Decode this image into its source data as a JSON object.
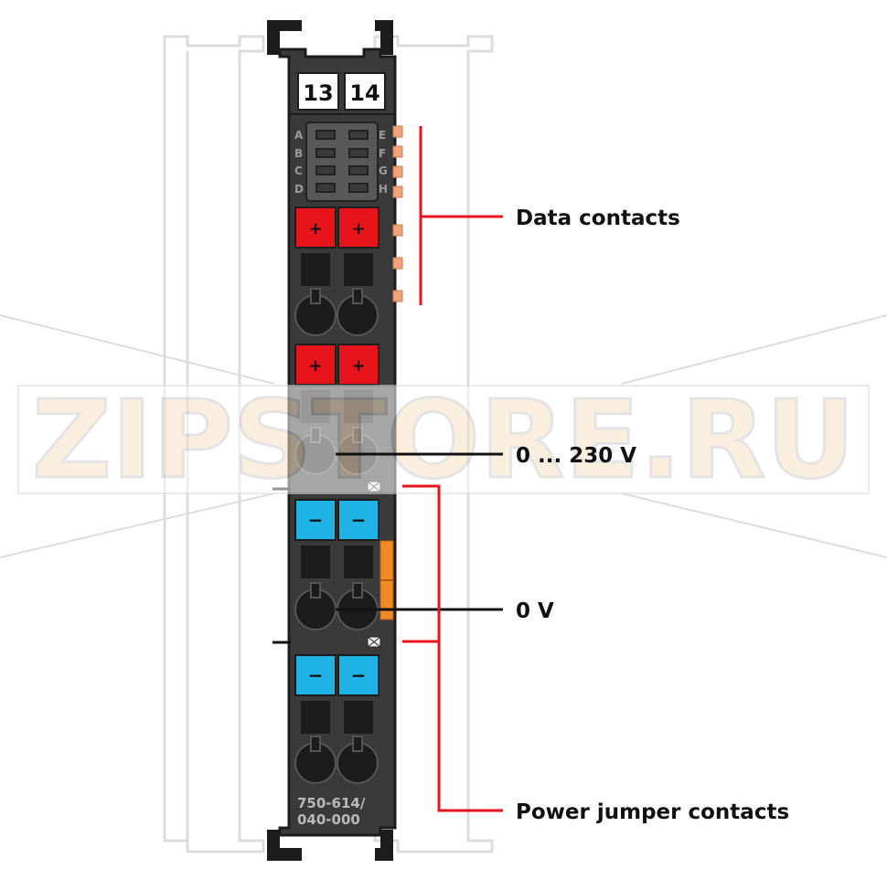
{
  "module": {
    "terminal_numbers": [
      "13",
      "14"
    ],
    "data_contact_letters_left": [
      "A",
      "B",
      "C",
      "D"
    ],
    "data_contact_letters_right": [
      "E",
      "F",
      "G",
      "H"
    ],
    "plus_sign": "+",
    "minus_sign": "−",
    "part_number_line1": "750-614/",
    "part_number_line2": "040-000"
  },
  "callouts": {
    "data_contacts": "Data contacts",
    "voltage_range": "0 ... 230 V",
    "zero_volt": "0 V",
    "power_jumper_contacts": "Power jumper contacts"
  },
  "watermark": {
    "text": "ZIPSTORE.RU"
  },
  "colors": {
    "module_body": "#3a3a3a",
    "plus_terminal": "#e8141b",
    "minus_terminal": "#1fb3e6",
    "callout_line": "#e8141b",
    "data_contact_pad": "#f2a278",
    "power_jumper_orange": "#f08a24"
  }
}
